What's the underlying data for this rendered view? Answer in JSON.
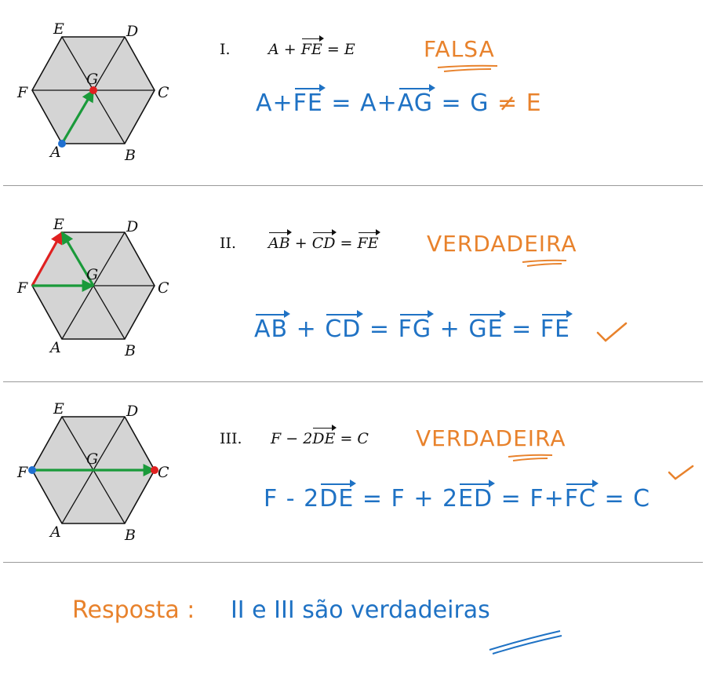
{
  "labels": {
    "A": "A",
    "B": "B",
    "C": "C",
    "D": "D",
    "E": "E",
    "F": "F",
    "G": "G"
  },
  "items": [
    {
      "roman": "I.",
      "statement": [
        "A",
        "+",
        "FE",
        "=",
        "E"
      ],
      "verdict": "FALSA",
      "work": [
        "A+",
        "FE",
        " = A+",
        "AG",
        " = G ",
        "≠",
        " E"
      ],
      "vectors": [
        {
          "from": "A",
          "to": "G",
          "color": "#1a9a3a"
        }
      ],
      "points": [
        {
          "at": "A",
          "color": "#1f6fd0"
        },
        {
          "at": "G",
          "color": "#e02020"
        }
      ]
    },
    {
      "roman": "II.",
      "statement": [
        "AB",
        "+",
        "CD",
        "=",
        "FE"
      ],
      "verdict": "VERDADEIRA",
      "work": [
        "AB",
        " + ",
        "CD",
        " = ",
        "FG",
        " + ",
        "GE",
        " = ",
        "FE"
      ],
      "vectors": [
        {
          "from": "F",
          "to": "E",
          "color": "#e02020"
        },
        {
          "from": "F",
          "to": "G",
          "color": "#1a9a3a"
        },
        {
          "from": "G",
          "to": "E",
          "color": "#1a9a3a"
        }
      ],
      "points": []
    },
    {
      "roman": "III.",
      "statement": [
        "F",
        "−",
        "2",
        "DE",
        "=",
        "C"
      ],
      "verdict": "VERDADEIRA",
      "work": [
        "F - 2",
        "DE",
        " = F + 2",
        "ED",
        " = F+",
        "FC",
        " = C"
      ],
      "vectors": [
        {
          "from": "F",
          "to": "C",
          "color": "#1a9a3a"
        }
      ],
      "points": [
        {
          "at": "F",
          "color": "#1f6fd0"
        },
        {
          "at": "C",
          "color": "#e02020"
        }
      ]
    }
  ],
  "answer": {
    "label": "Resposta :",
    "text": "II  e  III  são verdadeiras"
  },
  "colors": {
    "hex_fill": "#d4d4d4",
    "orange": "#e8822c",
    "blue": "#1f72c4",
    "green": "#1a9a3a",
    "red": "#e02020"
  }
}
